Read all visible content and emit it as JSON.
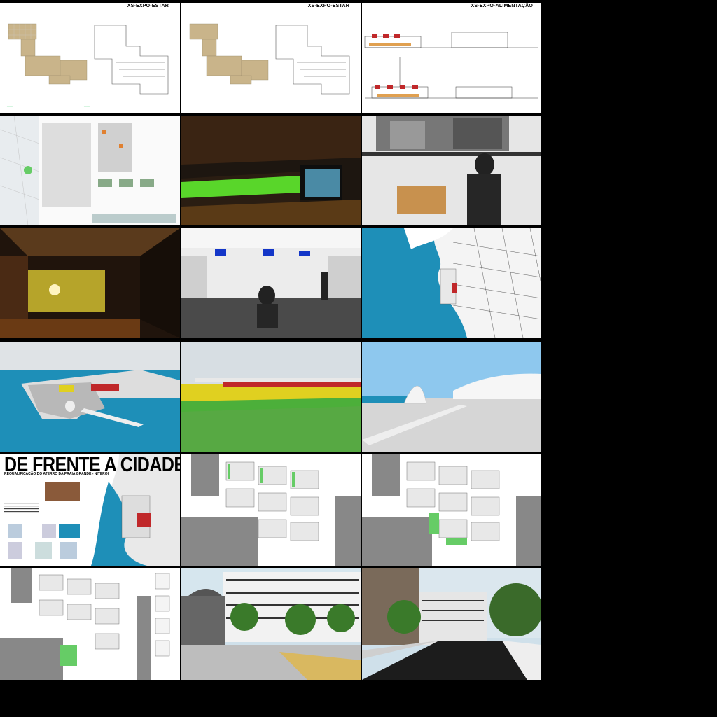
{
  "sheets": {
    "r1c1_title": "XS-EXPO-ESTAR",
    "r1c2_title": "XS-EXPO-ESTAR",
    "r1c3_title": "XS-EXPO-ALIMENTAÇÃO",
    "r5c1_title": "DE FRENTE A CIDADE",
    "r5c1_subtitle": "REQUALIFICAÇÃO DO ATERRO DA PRAIA GRANDE - NITEROI"
  },
  "colors": {
    "background": "#000000",
    "sea": "#1e8fb8",
    "grass_green": "#4caf3a",
    "accent_red": "#c0282a",
    "accent_yellow": "#e0d020",
    "plan_tan": "#c9b48a"
  }
}
